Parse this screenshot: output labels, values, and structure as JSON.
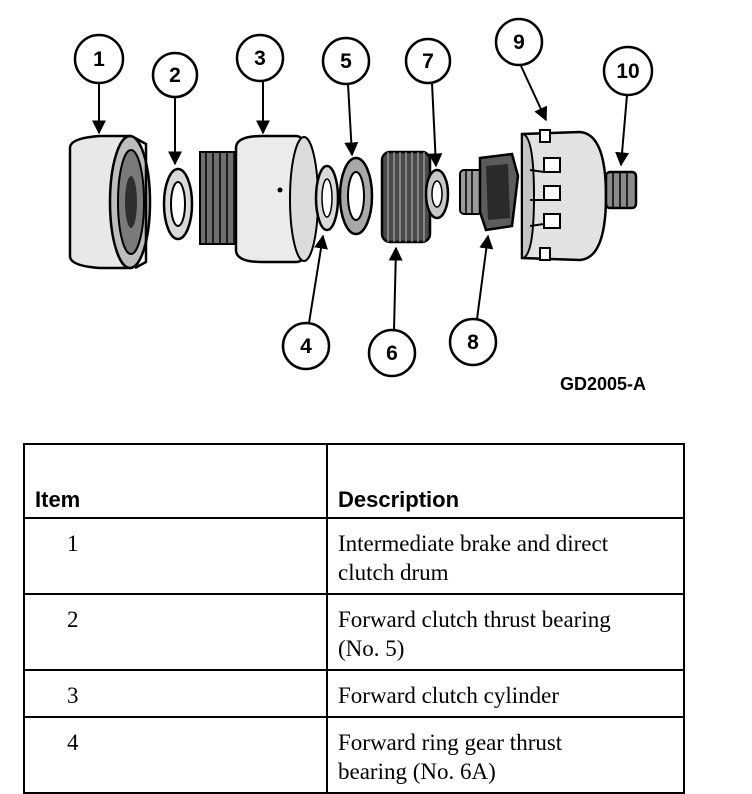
{
  "figure": {
    "code": "GD2005-A",
    "callouts": [
      "1",
      "2",
      "3",
      "4",
      "5",
      "6",
      "7",
      "8",
      "9",
      "10"
    ]
  },
  "table": {
    "headers": {
      "item": "Item",
      "description": "Description"
    },
    "rows": [
      {
        "item": "1",
        "description_lines": [
          "Intermediate brake and direct",
          "clutch drum"
        ]
      },
      {
        "item": "2",
        "description_lines": [
          "Forward clutch thrust bearing",
          "(No. 5)"
        ]
      },
      {
        "item": "3",
        "description_lines": [
          "Forward clutch cylinder"
        ]
      },
      {
        "item": "4",
        "description_lines": [
          "Forward ring gear thrust",
          "bearing (No. 6A)"
        ]
      }
    ]
  }
}
